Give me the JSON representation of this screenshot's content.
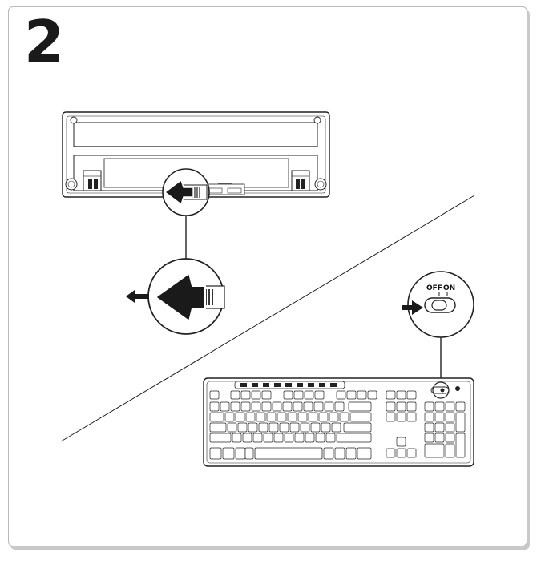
{
  "step_number": "2",
  "switch_labels": {
    "off": "OFF",
    "on": "ON"
  },
  "colors": {
    "line": "#222222",
    "frame": "#b8b8b8",
    "shadow": "#c9c9c9",
    "fill": "#ffffff"
  }
}
